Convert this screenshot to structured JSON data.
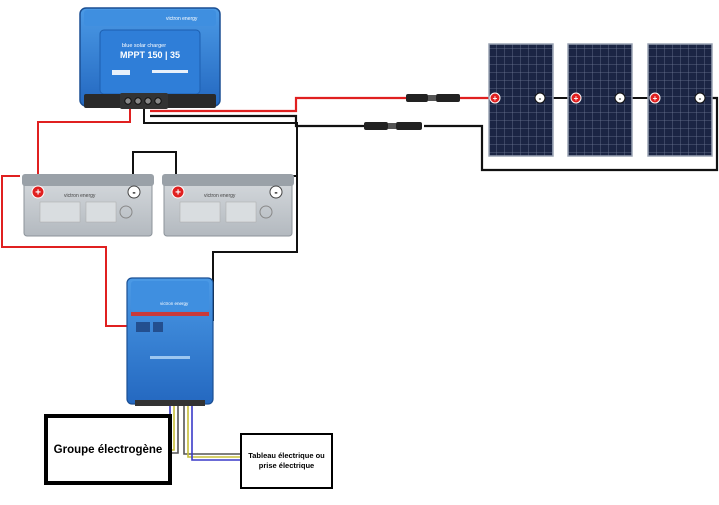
{
  "charger": {
    "brand": "victron energy",
    "line1": "blue solar charger",
    "line2": "MPPT 150 | 35"
  },
  "battery_brand": "victron energy",
  "inverter_brand": "victron energy",
  "terminals": {
    "plus": "+",
    "minus": "-"
  },
  "generator_label": "Groupe électrogène",
  "electrical_panel_label": "Tableau électrique ou prise électrique",
  "colors": {
    "positive_wire": "#e02020",
    "negative_wire": "#111111",
    "victron_blue": "#2f7ed8",
    "battery_grey": "#c6cbd0",
    "solar_cell": "#1a2340"
  }
}
